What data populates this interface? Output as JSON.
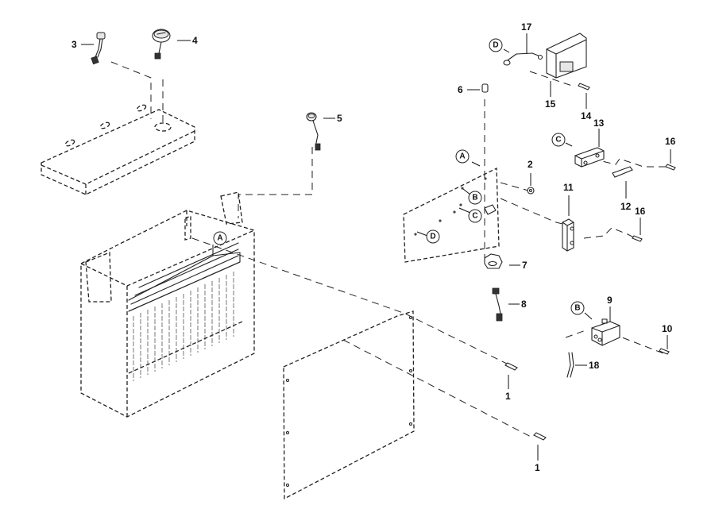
{
  "diagram": {
    "type": "exploded-parts-view",
    "part_callouts": [
      {
        "id": "1a",
        "label": "1"
      },
      {
        "id": "1b",
        "label": "1"
      },
      {
        "id": "2",
        "label": "2"
      },
      {
        "id": "3",
        "label": "3"
      },
      {
        "id": "4",
        "label": "4"
      },
      {
        "id": "5",
        "label": "5"
      },
      {
        "id": "6",
        "label": "6"
      },
      {
        "id": "7",
        "label": "7"
      },
      {
        "id": "8",
        "label": "8"
      },
      {
        "id": "9",
        "label": "9"
      },
      {
        "id": "10",
        "label": "10"
      },
      {
        "id": "11",
        "label": "11"
      },
      {
        "id": "12",
        "label": "12"
      },
      {
        "id": "13",
        "label": "13"
      },
      {
        "id": "14",
        "label": "14"
      },
      {
        "id": "15",
        "label": "15"
      },
      {
        "id": "16a",
        "label": "16"
      },
      {
        "id": "16b",
        "label": "16"
      },
      {
        "id": "17",
        "label": "17"
      },
      {
        "id": "18",
        "label": "18"
      }
    ],
    "reference_markers": [
      {
        "id": "A-cabinet",
        "label": "A"
      },
      {
        "id": "A-plate",
        "label": "A"
      },
      {
        "id": "B-plate",
        "label": "B"
      },
      {
        "id": "C-plate",
        "label": "C"
      },
      {
        "id": "D-plate",
        "label": "D"
      },
      {
        "id": "B-contactor",
        "label": "B"
      },
      {
        "id": "C-relay",
        "label": "C"
      },
      {
        "id": "D-sensor",
        "label": "D"
      }
    ],
    "components": [
      "top-tray",
      "sensor-3",
      "gauge-4",
      "sensor-5",
      "battery-cabinet",
      "cover-panel",
      "mounting-plate",
      "control-module-15",
      "relay-13",
      "fuse-holder-11",
      "contactor-9"
    ]
  }
}
